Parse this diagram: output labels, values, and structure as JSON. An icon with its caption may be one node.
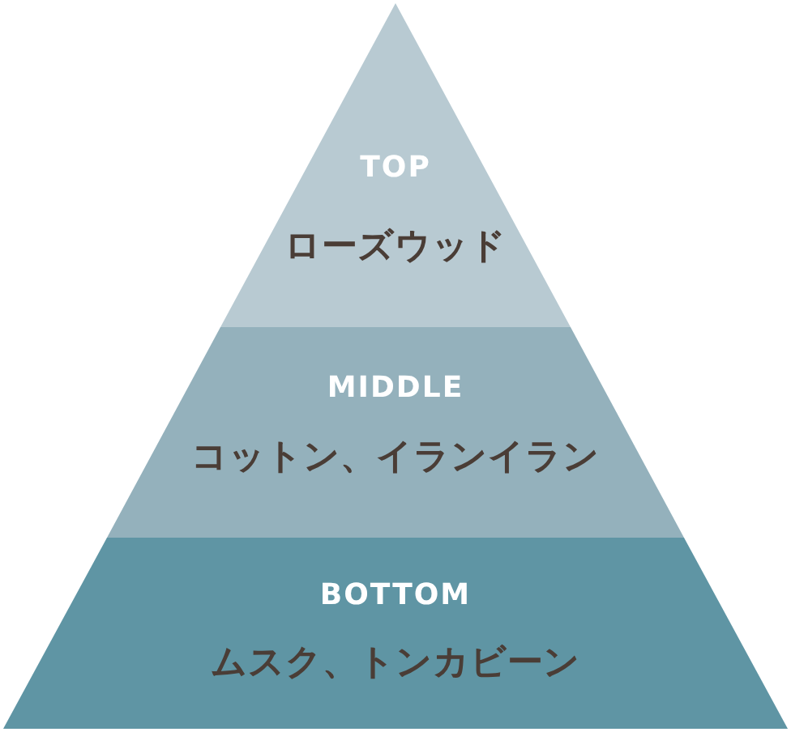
{
  "diagram": {
    "nodes": [
      {
        "text": [
          "TOP",
          "ローズウッド"
        ]
      },
      {
        "text": [
          "MIDDLE",
          "コットン、イランイラン"
        ]
      },
      {
        "text": [
          "BOTTOM",
          "ムスク、トンカビーン"
        ]
      }
    ]
  }
}
